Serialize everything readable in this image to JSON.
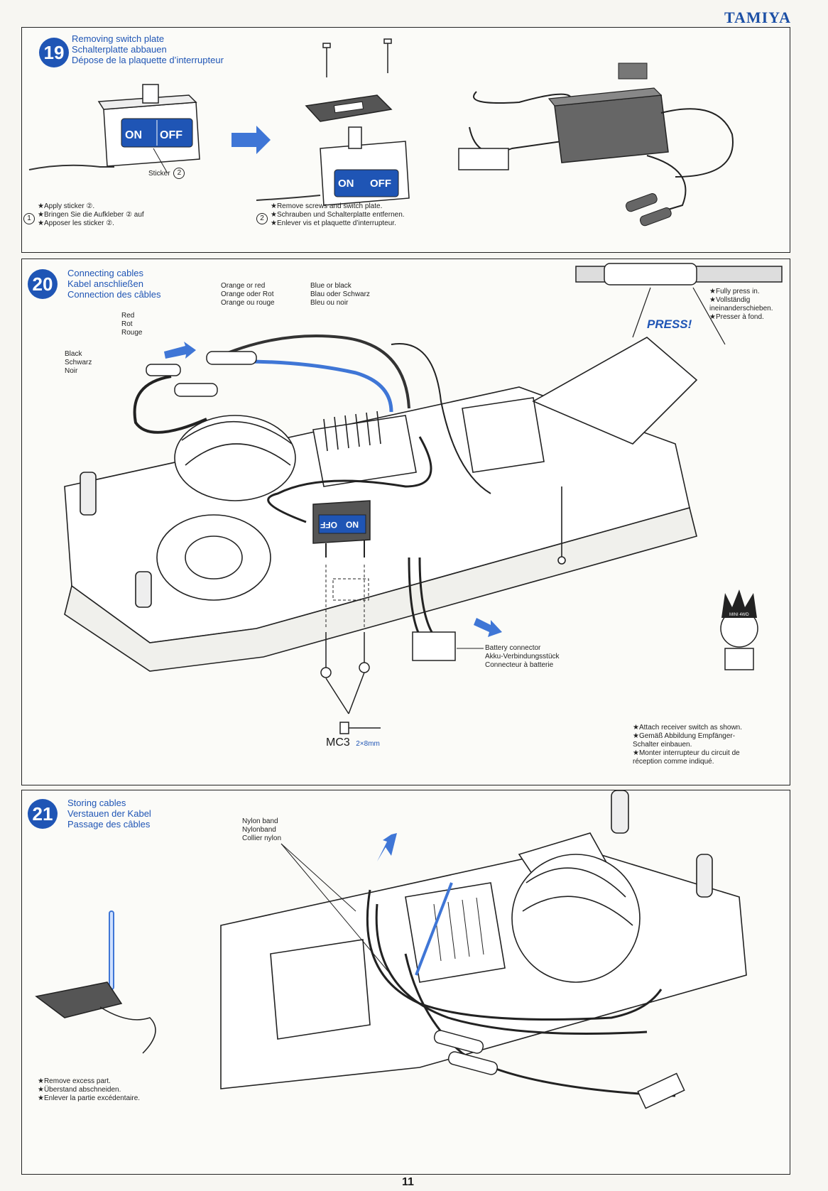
{
  "brand": "TAMIYA",
  "page_number": "11",
  "step19": {
    "number": "19",
    "titles": [
      "Removing switch plate",
      "Schalterplatte abbauen",
      "Dépose de la plaquette d’interrupteur"
    ],
    "switch_on": "ON",
    "switch_off": "OFF",
    "sticker_label": "Sticker",
    "sticker_num": "2",
    "sub1_num": "1",
    "sub1": [
      "★Apply sticker ②.",
      "★Bringen Sie die Aufkleber ② auf",
      "★Apposer les sticker ②."
    ],
    "sub2_num": "2",
    "sub2": [
      "★Remove screws and switch plate.",
      "★Schrauben und Schalterplatte entfernen.",
      "★Enlever vis et plaquette d’interrupteur."
    ]
  },
  "step20": {
    "number": "20",
    "titles": [
      "Connecting cables",
      "Kabel anschließen",
      "Connection des câbles"
    ],
    "red": [
      "Red",
      "Rot",
      "Rouge"
    ],
    "black": [
      "Black",
      "Schwarz",
      "Noir"
    ],
    "orange": [
      "Orange or red",
      "Orange oder Rot",
      "Orange ou rouge"
    ],
    "blue": [
      "Blue or black",
      "Blau oder Schwarz",
      "Bleu ou noir"
    ],
    "press": "PRESS!",
    "fully": [
      "★Fully press in.",
      "★Vollständig",
      "ineinanderschieben.",
      "★Presser à fond."
    ],
    "battery": [
      "Battery connector",
      "Akku-Verbindungsstück",
      "Connecteur à batterie"
    ],
    "attach": [
      "★Attach receiver switch as shown.",
      "★Gemäß Abbildung Empfänger-",
      "Schalter einbauen.",
      "★Monter interrupteur du circuit de",
      "réception comme indiqué."
    ],
    "screw_code": "MC3",
    "screw_size": "2×8mm",
    "switch_off": "OFF",
    "switch_on": "ON",
    "mascot_cap": "MINI 4WD"
  },
  "step21": {
    "number": "21",
    "titles": [
      "Storing cables",
      "Verstauen der Kabel",
      "Passage des câbles"
    ],
    "nylon": [
      "Nylon band",
      "Nylonband",
      "Collier nylon"
    ],
    "cut": [
      "★Remove excess part.",
      "★Überstand abschneiden.",
      "★Enlever la partie excédentaire."
    ]
  }
}
